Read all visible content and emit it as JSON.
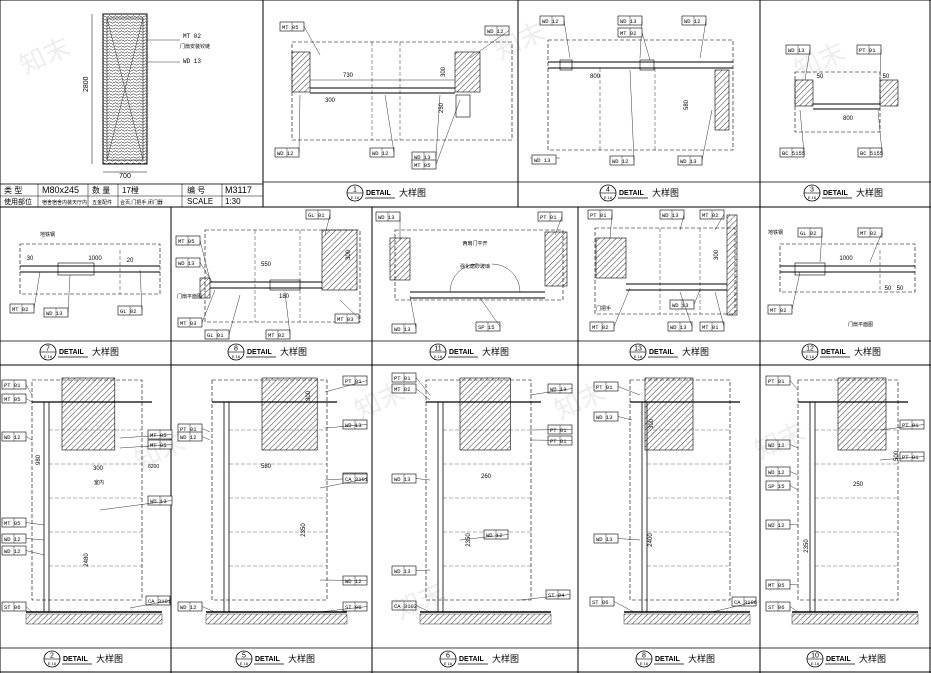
{
  "sheet": {
    "watermark": "知末"
  },
  "door_elevation": {
    "height_dim": "2800",
    "width_dim": "700",
    "tags": [
      "MT 02",
      "WD 13"
    ],
    "note": "门扇安装铰链"
  },
  "schedule": {
    "row1": {
      "type_label": "类 型",
      "type_value": "M80x245",
      "qty_label": "数 量",
      "qty_value": "17樘",
      "code_label": "编 号",
      "code_value": "M3117"
    },
    "row2": {
      "location_label": "使用部位",
      "location_value": "宿舍宿舍内装天厅内",
      "hw_label": "五金配件",
      "hw_value": "合页,门把手,闭门器",
      "scale_label": "SCALE",
      "scale_value": "1:30"
    }
  },
  "panels": [
    {
      "num": "1",
      "sheet": "E 16",
      "label": "DETAIL",
      "title": "大样图",
      "dims": [
        "730",
        "300",
        "300",
        "250"
      ],
      "tags": [
        "MT 05",
        "WD 12",
        "WD 12",
        "WD 13",
        "MT 05",
        "WD 12"
      ]
    },
    {
      "num": "4",
      "sheet": "E 16",
      "label": "DETAIL",
      "title": "大样图",
      "dims": [
        "800",
        "580"
      ],
      "tags": [
        "WD 12",
        "WD 13",
        "MT 02",
        "WD 12",
        "WD 13",
        "WD 12"
      ]
    },
    {
      "num": "3",
      "sheet": "E 16",
      "label": "DETAIL",
      "title": "大样图",
      "dims": [
        "800",
        "50",
        "50"
      ],
      "tags": [
        "WD 13",
        "PT 01",
        "BC 5155",
        "BC 5155"
      ]
    },
    {
      "num": "7",
      "sheet": "E 16",
      "label": "DETAIL",
      "title": "大样图",
      "dims": [
        "1000",
        "30",
        "20"
      ],
      "tags": [
        "MT 02",
        "WD 13",
        "GL 02"
      ]
    },
    {
      "num": "8",
      "sheet": "E 16",
      "label": "DETAIL",
      "title": "大样图",
      "dims": [
        "550",
        "180",
        "300"
      ],
      "tags": [
        "MT 05",
        "WD 13",
        "MT 03",
        "GL 01",
        "GL 01",
        "MT 02",
        "MT 03"
      ]
    },
    {
      "num": "11",
      "sheet": "E 16",
      "label": "DETAIL",
      "title": "大样图",
      "dims": [],
      "tags": [
        "WD 13",
        "PT 01",
        "WD 13",
        "SP 15"
      ],
      "notes": [
        "两扇门平开",
        "强化磨砂玻璃"
      ]
    },
    {
      "num": "13",
      "sheet": "E 16",
      "label": "DETAIL",
      "title": "大样图",
      "dims": [
        "300"
      ],
      "tags": [
        "PT 01",
        "WD 13",
        "MT 02",
        "MT 02",
        "WD 13",
        "MT 01",
        "WD 13"
      ]
    },
    {
      "num": "12",
      "sheet": "E 16",
      "label": "DETAIL",
      "title": "大样图",
      "dims": [
        "1000",
        "50",
        "50"
      ],
      "tags": [
        "GL 02",
        "MT 02",
        "MT 02"
      ]
    },
    {
      "num": "2",
      "sheet": "E 16",
      "label": "DETAIL",
      "title": "大样图",
      "dims": [
        "300",
        "2480",
        "980"
      ],
      "tags": [
        "PT 01",
        "MT 05",
        "WD 12",
        "MT 05",
        "WD 12",
        "MT 05",
        "WD 13",
        "MT 05",
        "WD 12",
        "ST 06",
        "CA 3101"
      ]
    },
    {
      "num": "5",
      "sheet": "E 16",
      "label": "DETAIL",
      "title": "大样图",
      "dims": [
        "580",
        "300",
        "2350"
      ],
      "tags": [
        "PT 01",
        "WD 12",
        "PT 01",
        "WD 13",
        "WD 13",
        "WD 12",
        "WD 12",
        "ST 06",
        "CA 3101"
      ]
    },
    {
      "num": "6",
      "sheet": "E 16",
      "label": "DETAIL",
      "title": "大样图",
      "dims": [
        "260",
        "2350"
      ],
      "tags": [
        "PT 01",
        "MT 02",
        "WD 13",
        "WD 13",
        "PT 01",
        "PT 01",
        "WD 12",
        "WD 13",
        "ST 04",
        "CA 3102"
      ]
    },
    {
      "num": "8",
      "sheet": "E 16",
      "label": "DETAIL",
      "title": "大样图",
      "dims": [
        "300",
        "2400"
      ],
      "tags": [
        "PT 01",
        "WD 13",
        "WD 13",
        "ST 06",
        "CA 3106"
      ]
    },
    {
      "num": "10",
      "sheet": "E 16",
      "label": "DETAIL",
      "title": "大样图",
      "dims": [
        "250",
        "2350",
        "500"
      ],
      "tags": [
        "PT 01",
        "WD 12",
        "WD 12",
        "SP 15",
        "PT 01",
        "WD 12",
        "MT 05",
        "ST 06",
        "PT 01"
      ]
    }
  ]
}
